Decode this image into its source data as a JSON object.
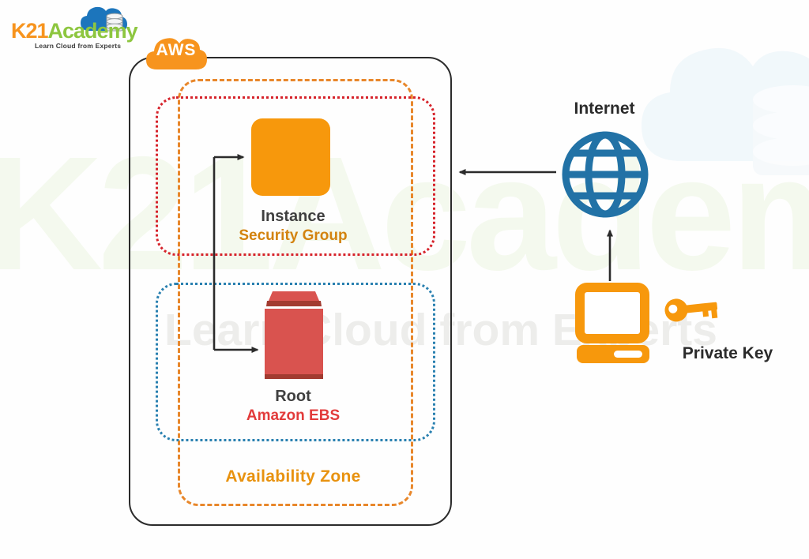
{
  "logo": {
    "brand_orange": "K21",
    "brand_green": "Academy",
    "tagline": "Learn Cloud from Experts"
  },
  "watermark": {
    "text": "K21Academy",
    "subtext": "Learn Cloud from Experts"
  },
  "diagram": {
    "aws_label": "AWS",
    "availability_zone_label": "Availability Zone",
    "security_group": {
      "node_title": "Instance",
      "group_label": "Security Group"
    },
    "ebs": {
      "node_title": "Root",
      "group_label": "Amazon EBS"
    },
    "internet_label": "Internet",
    "private_key_label": "Private Key"
  },
  "icons": [
    "logo-cloud-database-icon",
    "aws-cloud-icon",
    "instance-icon",
    "ebs-volume-icon",
    "internet-globe-icon",
    "computer-icon",
    "key-icon",
    "watermark-cloud-database-icon"
  ],
  "colors": {
    "brand_orange": "#F7941E",
    "brand_green": "#8DC63F",
    "logo_blue": "#1C75BC",
    "aws_box_border": "#2b2b2b",
    "availability_zone_border": "#E8872B",
    "security_group_border": "#D6232B",
    "ebs_group_border": "#2980B0",
    "instance_fill": "#F7980C",
    "volume_red": "#D9534F",
    "volume_dark_red": "#A23B30",
    "globe_blue": "#2272A6",
    "label_dark": "#3f3f3f",
    "security_group_label": "#D3830F",
    "ebs_label": "#E23B3B",
    "availability_zone_label": "#E8920F",
    "connector": "#2b2b2b"
  }
}
